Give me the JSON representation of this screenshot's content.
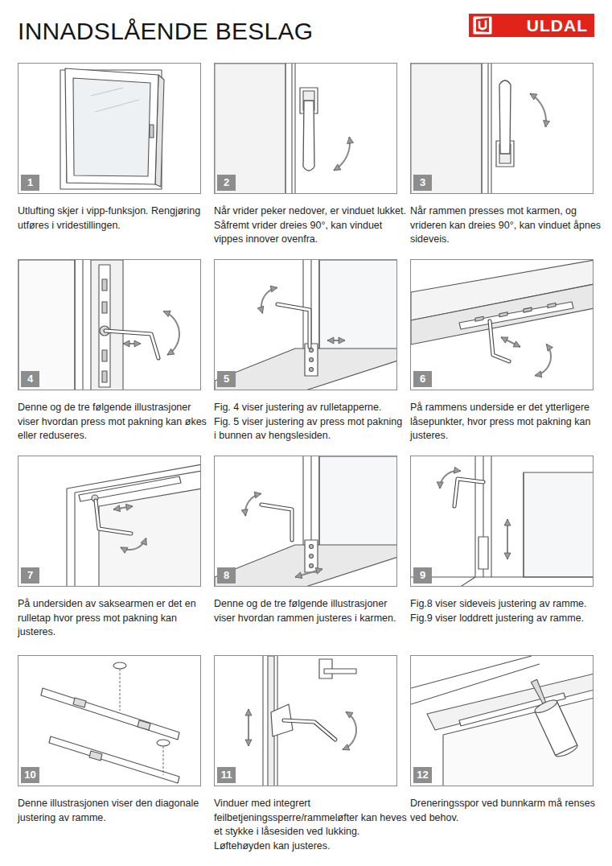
{
  "diagram": {
    "title": "INNADSLÅENDE BESLAG",
    "nodes": [
      {
        "text": [
          "1",
          "Utlufting skjer i vipp-funksjon. Rengjøring utføres i vridestillingen."
        ]
      },
      {
        "text": [
          "2",
          "Når vrider peker nedover, er vinduet lukket. Såfremt vrider dreies 90°, kan vinduet vippes innover ovenfra."
        ]
      },
      {
        "text": [
          "3",
          "Når rammen presses mot karmen, og vrideren kan dreies 90°, kan vinduet åpnes sideveis."
        ]
      },
      {
        "text": [
          "4",
          "Denne og de tre følgende illustrasjoner viser hvordan press mot pakning kan økes eller reduseres."
        ]
      },
      {
        "text": [
          "5",
          "Fig. 4 viser justering av rulletapperne.",
          "Fig. 5 viser justering av press mot pakning i bunnen av hengslesiden."
        ]
      },
      {
        "text": [
          "6",
          "På rammens underside er det ytterligere låsepunkter, hvor press mot pakning kan justeres."
        ]
      },
      {
        "text": [
          "7",
          "På undersiden av saksearmen er det en rulletap hvor press mot pakning kan justeres."
        ]
      },
      {
        "text": [
          "8",
          "Denne og de tre følgende illustrasjoner viser hvordan rammen justeres i karmen."
        ]
      },
      {
        "text": [
          "9",
          "Fig.8 viser sideveis justering av ramme.",
          "Fig.9 viser loddrett justering av ramme."
        ]
      },
      {
        "text": [
          "10",
          "Denne illustrasjonen viser den diagonale justering av ramme."
        ]
      },
      {
        "text": [
          "11",
          "Vinduer med integrert feilbetjeningssperre/rammeløfter kan heves et stykke i låsesiden ved lukking. Løftehøyden kan justeres."
        ]
      },
      {
        "text": [
          "12",
          "Dreneringsspor ved bunnkarm må renses ved behov."
        ]
      }
    ],
    "labels": [
      "ULDAL"
    ]
  }
}
